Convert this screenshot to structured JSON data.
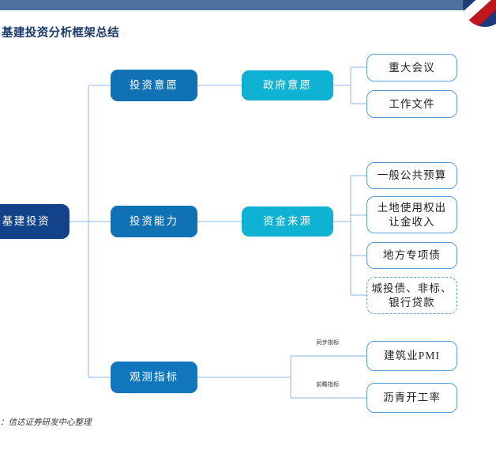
{
  "header": {
    "bar_color": "#4b729f",
    "logo_name": "company-logo"
  },
  "page_title": "基建投资分析框架总结",
  "footnote": "：信达证券研发中心整理",
  "colors": {
    "root": "#11428a",
    "level1": "#1072b5",
    "level2": "#10b2d4",
    "leaf_border": "#5b9bd5",
    "connector": "#8eb4e3",
    "title": "#1b3a6b",
    "header_bar": "#4b729f"
  },
  "diagram": {
    "type": "tree",
    "root": {
      "label": "基建投资"
    },
    "branches": [
      {
        "level1": "投资意愿",
        "level2": "政府意愿",
        "leaves": [
          {
            "label": "重大会议",
            "style": "solid"
          },
          {
            "label": "工作文件",
            "style": "solid"
          }
        ]
      },
      {
        "level1": "投资能力",
        "level2": "资金来源",
        "leaves": [
          {
            "label": "一般公共预算",
            "style": "solid"
          },
          {
            "label": "土地使用权出\n让金收入",
            "style": "solid"
          },
          {
            "label": "地方专项债",
            "style": "solid"
          },
          {
            "label": "城投债、非标、\n银行贷款",
            "style": "dashed"
          }
        ]
      },
      {
        "level1": "观测指标",
        "level2": null,
        "leaves": [
          {
            "label": "建筑业PMI",
            "style": "solid",
            "edge_label": "同步指标"
          },
          {
            "label": "沥青开工率",
            "style": "solid",
            "edge_label": "前瞻指标"
          }
        ]
      }
    ]
  }
}
